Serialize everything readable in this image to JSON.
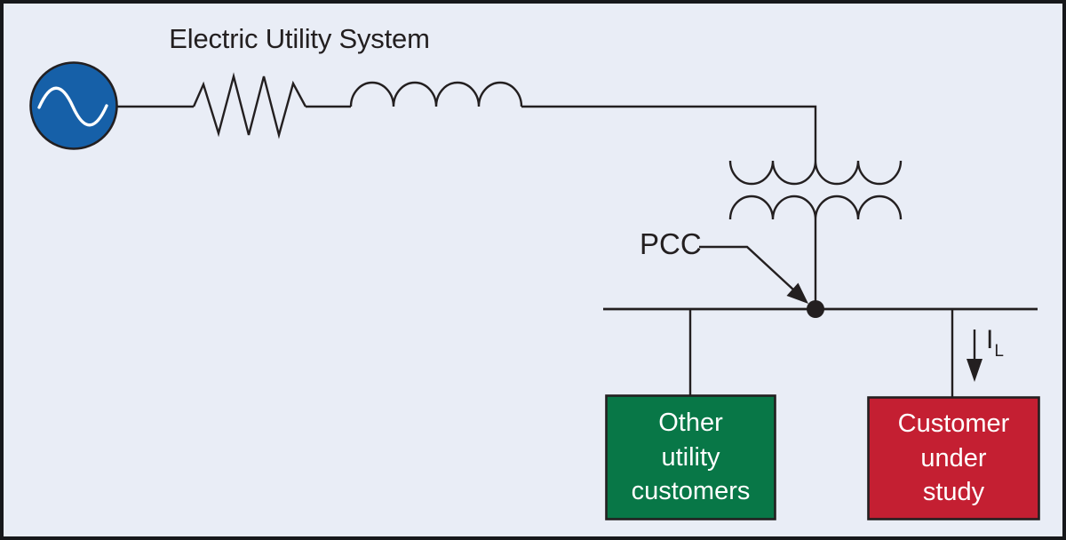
{
  "title": "Electric Utility System",
  "pcc": {
    "label": "PCC"
  },
  "load_current": {
    "symbol": "I",
    "subscript": "L"
  },
  "source": {
    "color": "#1660a8"
  },
  "boxes": {
    "other": {
      "label": "Other\nutility\ncustomers",
      "color": "#087747",
      "text_color": "#ffffff"
    },
    "customer": {
      "label": "Customer\nunder\nstudy",
      "color": "#c41f32",
      "text_color": "#ffffff"
    }
  },
  "colors": {
    "background": "#e9edf6",
    "line": "#231f20",
    "border": "#17181b"
  }
}
